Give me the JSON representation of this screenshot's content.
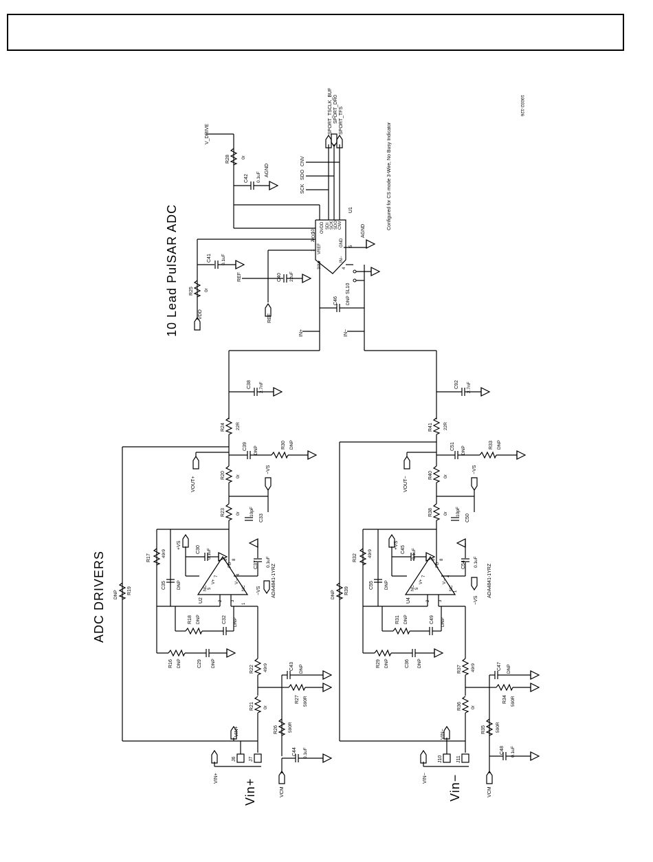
{
  "figure_id": "10032-126",
  "titles": {
    "pulsar": "10 Lead PulSAR ADC",
    "drivers": "ADC DRIVERS",
    "vin_plus": "Vin+",
    "vin_minus": "Vin−"
  },
  "note": "Configured for CS mode 3-Wire, No Busy Indicator",
  "adc": {
    "ref": "U1",
    "pins_left": [
      "VDD",
      "VREF",
      "IN+"
    ],
    "pins_right": [
      "OVDD",
      "SDI",
      "SCK",
      "SDO",
      "CNV",
      "GND",
      "IN−"
    ],
    "pin_numbers": [
      "10",
      "2",
      "1",
      "3",
      "9",
      "8",
      "7",
      "6",
      "5",
      "4"
    ],
    "ground_label": "AGND"
  },
  "nets": {
    "v_drive": "V_DRIVE",
    "vdd": "VDD",
    "ref": "REF",
    "ref_in": "REF",
    "in_plus": "IN+",
    "in_minus": "IN−",
    "sport_tsclk": "SPORT_TSCLK_BUF",
    "sport_dr0": "SPORT_DR0",
    "sport_tfs": "SPORT_TFS",
    "sck": "SCK",
    "sdo": "SDO",
    "cnv": "CNV",
    "agnd": "AGND",
    "vout_plus": "VOUT+",
    "vout_minus": "VOUT−",
    "plus_vs": "+VS",
    "minus_vs": "−VS",
    "vin_p_net": "VIN+",
    "vin_n_net": "VIN−",
    "vcm": "VCM"
  },
  "components": {
    "r28": {
      "ref": "R28",
      "value": "0r"
    },
    "c42": {
      "ref": "C42",
      "value": "0.1uF"
    },
    "r25": {
      "ref": "R25",
      "value": "0r"
    },
    "c41": {
      "ref": "C41",
      "value": "0.1uF"
    },
    "c40": {
      "ref": "C40",
      "value": "22uF"
    },
    "c46": {
      "ref": "C46",
      "value": "DNP"
    },
    "sl10": {
      "ref": "SL10"
    },
    "c38": {
      "ref": "C38",
      "value": "2.7nF"
    },
    "c92": {
      "ref": "C92",
      "value": "2.7nF"
    },
    "r24": {
      "ref": "R24",
      "value": "22R"
    },
    "r41": {
      "ref": "R41",
      "value": "22R"
    },
    "c39": {
      "ref": "C39",
      "value": "DNP"
    },
    "r30": {
      "ref": "R30",
      "value": "DNP"
    },
    "c51": {
      "ref": "C51",
      "value": "DNP"
    },
    "r33": {
      "ref": "R33",
      "value": "DNP"
    },
    "r20": {
      "ref": "R20",
      "value": "0r"
    },
    "r40": {
      "ref": "R40",
      "value": "0r"
    },
    "r23": {
      "ref": "R23",
      "value": "0r"
    },
    "r38": {
      "ref": "R38",
      "value": "0r"
    },
    "c33": {
      "ref": "C33",
      "value": "10pF"
    },
    "c50": {
      "ref": "C50",
      "value": "10pF"
    },
    "r17": {
      "ref": "R17",
      "value": "49r9"
    },
    "r32": {
      "ref": "R32",
      "value": "49r9"
    },
    "c30": {
      "ref": "C30",
      "value": "0.1uF"
    },
    "c45": {
      "ref": "C45",
      "value": "0.1uF"
    },
    "c37": {
      "ref": "C37",
      "value": "0.1uF"
    },
    "c54": {
      "ref": "C54",
      "value": "0.1uF"
    },
    "u2": {
      "ref": "U2",
      "part": "ADA4841-1YRZ"
    },
    "u4": {
      "ref": "U4",
      "part": "ADA4841-1YRZ"
    },
    "r19": {
      "ref": "R19",
      "value": "DNP"
    },
    "r39": {
      "ref": "R39",
      "value": "DNP"
    },
    "c35": {
      "ref": "C35",
      "value": "DNP"
    },
    "c55": {
      "ref": "C55",
      "value": "DNP"
    },
    "r18": {
      "ref": "R18",
      "value": "DNP"
    },
    "r31": {
      "ref": "R31",
      "value": "DNP"
    },
    "c32": {
      "ref": "C32",
      "value": "DNP"
    },
    "c49": {
      "ref": "C49",
      "value": "DNP"
    },
    "r16": {
      "ref": "R16",
      "value": "DNP"
    },
    "r29": {
      "ref": "R29",
      "value": "DNP"
    },
    "c29": {
      "ref": "C29",
      "value": "DNP"
    },
    "c36": {
      "ref": "C36",
      "value": "DNP"
    },
    "r22": {
      "ref": "R22",
      "value": "49r9"
    },
    "r37": {
      "ref": "R37",
      "value": "49r9"
    },
    "c43": {
      "ref": "C43",
      "value": "DNP"
    },
    "c47": {
      "ref": "C47",
      "value": "DNP"
    },
    "r27": {
      "ref": "R27",
      "value": "590R"
    },
    "r34": {
      "ref": "R34",
      "value": "590R"
    },
    "r21": {
      "ref": "R21",
      "value": "0r"
    },
    "r36": {
      "ref": "R36",
      "value": "0r"
    },
    "r26": {
      "ref": "R26",
      "value": "590R"
    },
    "r35": {
      "ref": "R35",
      "value": "590R"
    },
    "c44": {
      "ref": "C44",
      "value": "0.1uF"
    },
    "c48": {
      "ref": "C48",
      "value": "0.1uF"
    },
    "j6": {
      "ref": "J6"
    },
    "j7": {
      "ref": "J7"
    },
    "j10": {
      "ref": "J10"
    },
    "j11": {
      "ref": "J11"
    }
  },
  "opamp_pins": {
    "plus": "V+",
    "minus": "V−",
    "nc": "NC",
    "pd": "PD",
    "n7": "7",
    "n4": "4",
    "n5": "5",
    "n8": "8",
    "n1": "1",
    "n2": "2",
    "n3": "3",
    "n6": "6"
  }
}
